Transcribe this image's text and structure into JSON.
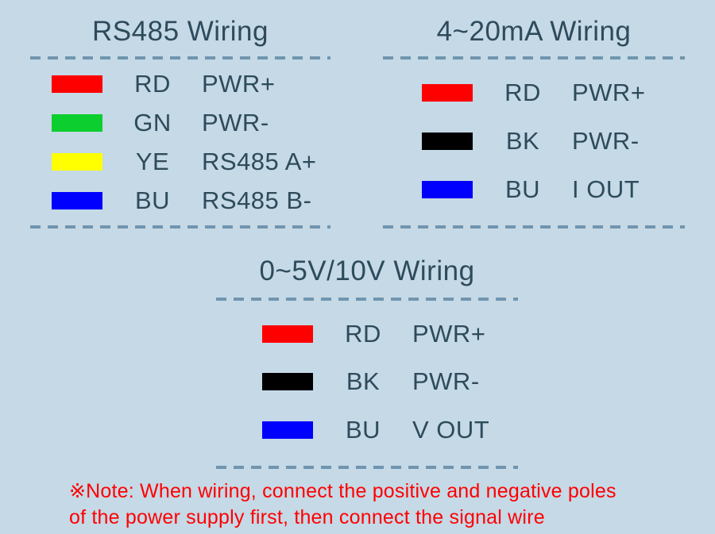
{
  "page": {
    "background_color": "#C5D9E6",
    "text_color": "#2E4B5C",
    "dash_color": "#7095B0",
    "note_color": "#FF0000"
  },
  "sections": [
    {
      "title": "RS485 Wiring",
      "rows": [
        {
          "color_name": "red",
          "color": "#FF0000",
          "abbr": "RD",
          "signal": "PWR+"
        },
        {
          "color_name": "green",
          "color": "#0CCE2E",
          "abbr": "GN",
          "signal": "PWR-"
        },
        {
          "color_name": "yellow",
          "color": "#FFFF00",
          "abbr": "YE",
          "signal": "RS485 A+"
        },
        {
          "color_name": "blue",
          "color": "#0000FF",
          "abbr": "BU",
          "signal": "RS485 B-"
        }
      ]
    },
    {
      "title": "4~20mA Wiring",
      "rows": [
        {
          "color_name": "red",
          "color": "#FF0000",
          "abbr": "RD",
          "signal": "PWR+"
        },
        {
          "color_name": "black",
          "color": "#000000",
          "abbr": "BK",
          "signal": "PWR-"
        },
        {
          "color_name": "blue",
          "color": "#0000FF",
          "abbr": "BU",
          "signal": "I OUT"
        }
      ]
    },
    {
      "title": "0~5V/10V Wiring",
      "rows": [
        {
          "color_name": "red",
          "color": "#FF0000",
          "abbr": "RD",
          "signal": "PWR+"
        },
        {
          "color_name": "black",
          "color": "#000000",
          "abbr": "BK",
          "signal": "PWR-"
        },
        {
          "color_name": "blue",
          "color": "#0000FF",
          "abbr": "BU",
          "signal": "V OUT"
        }
      ]
    }
  ],
  "note": {
    "line1": "※Note: When wiring, connect the positive and negative poles",
    "line2": "of the power supply first, then connect the signal wire"
  }
}
